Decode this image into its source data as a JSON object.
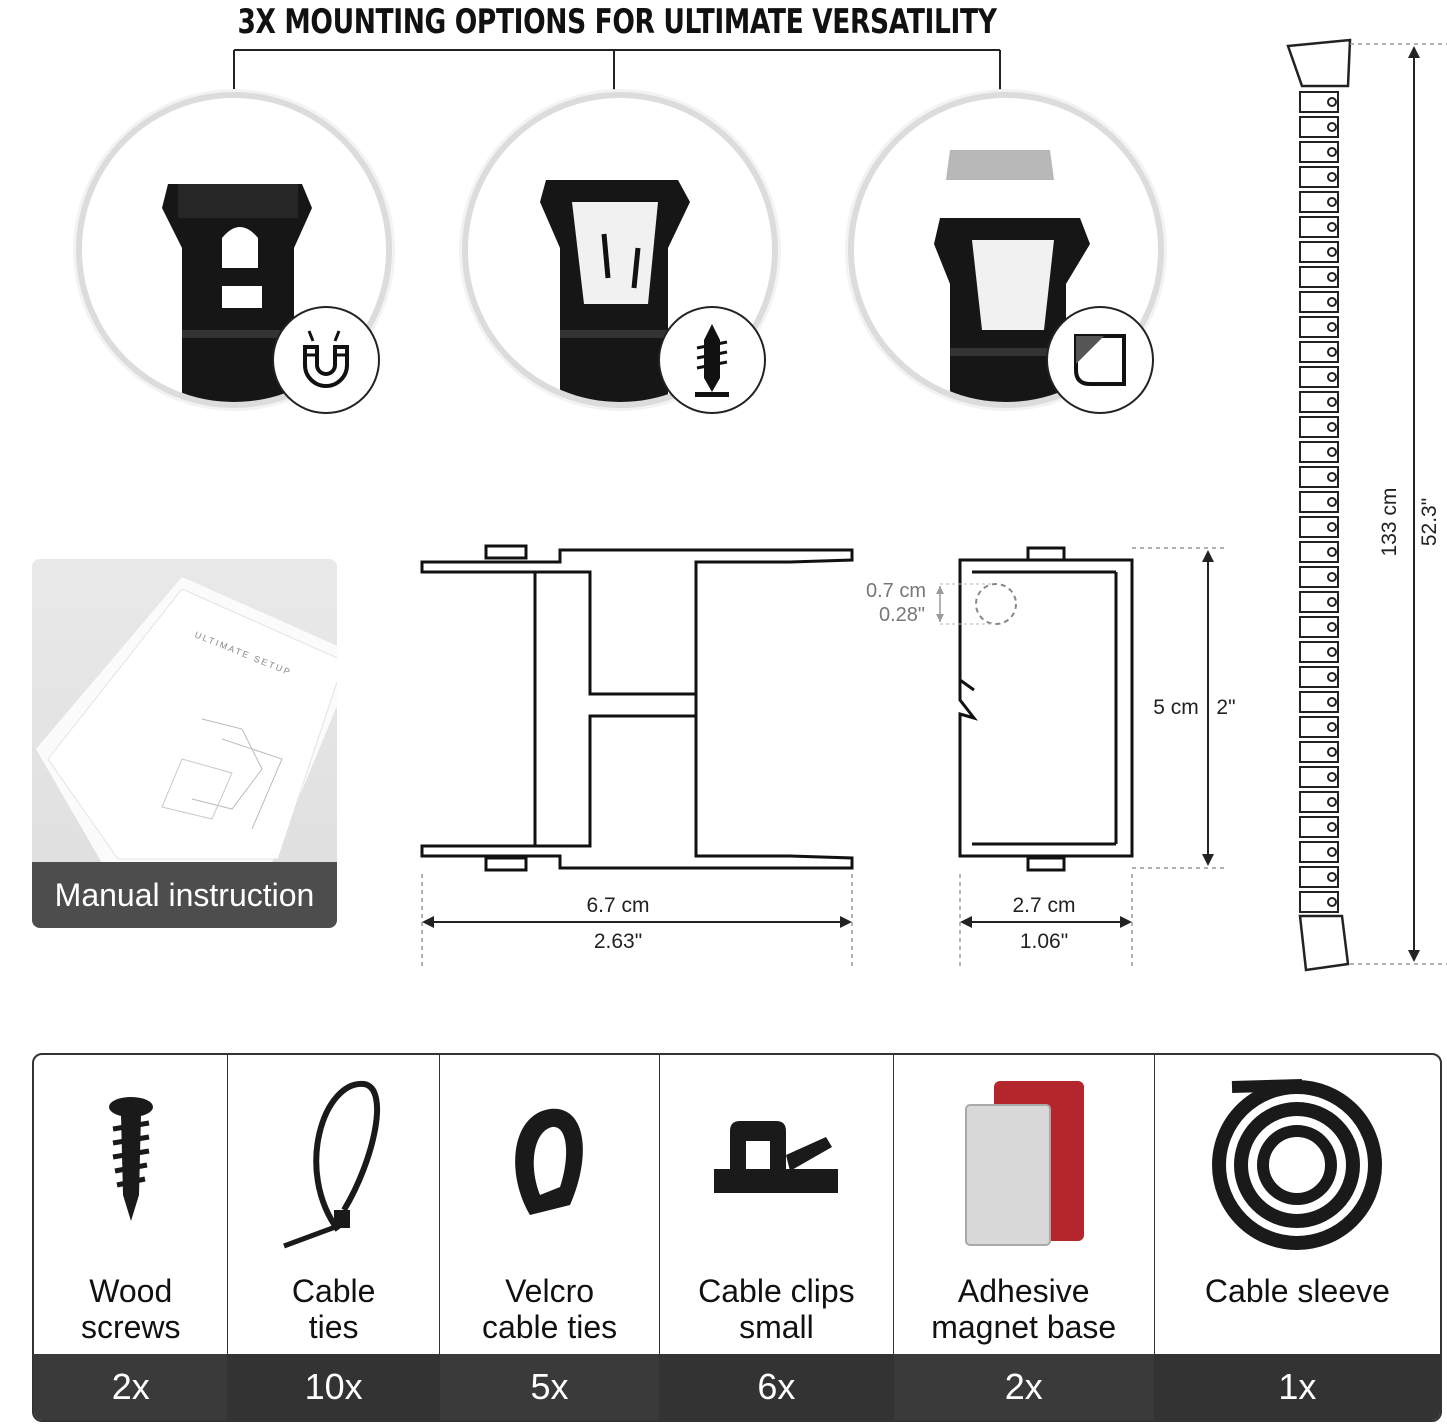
{
  "headline": "3X MOUNTING OPTIONS FOR ULTIMATE VERSATILITY",
  "mounting_options": [
    {
      "icon": "magnet-icon"
    },
    {
      "icon": "screw-icon"
    },
    {
      "icon": "adhesive-sticker-icon"
    }
  ],
  "manual": {
    "caption": "Manual instruction",
    "brand": "ULTIMATE SETUP"
  },
  "dimensions": {
    "front_width_cm": "6.7 cm",
    "front_width_in": "2.63\"",
    "side_width_cm": "2.7 cm",
    "side_width_in": "1.06\"",
    "height_cm": "5 cm",
    "height_in": "2\"",
    "hole_cm": "0.7 cm",
    "hole_in": "0.28\"",
    "length_cm": "133 cm",
    "length_in": "52.3\""
  },
  "parts": [
    {
      "line1": "Wood",
      "line2": "screws",
      "qty": "2x",
      "icon": "wood-screw-icon"
    },
    {
      "line1": "Cable",
      "line2": "ties",
      "qty": "10x",
      "icon": "cable-tie-icon"
    },
    {
      "line1": "Velcro",
      "line2": "cable ties",
      "qty": "5x",
      "icon": "velcro-tie-icon"
    },
    {
      "line1": "Cable clips",
      "line2": "small",
      "qty": "6x",
      "icon": "cable-clip-icon"
    },
    {
      "line1": "Adhesive",
      "line2": "magnet base",
      "qty": "2x",
      "icon": "magnet-base-icon"
    },
    {
      "line1": "",
      "line2": "Cable sleeve",
      "qty": "1x",
      "icon": "cable-sleeve-icon"
    }
  ],
  "colors": {
    "dark_bar": "#2b2b2b",
    "caption_bar": "#4d4d4d",
    "circle_ring": "#dcdcdc"
  }
}
